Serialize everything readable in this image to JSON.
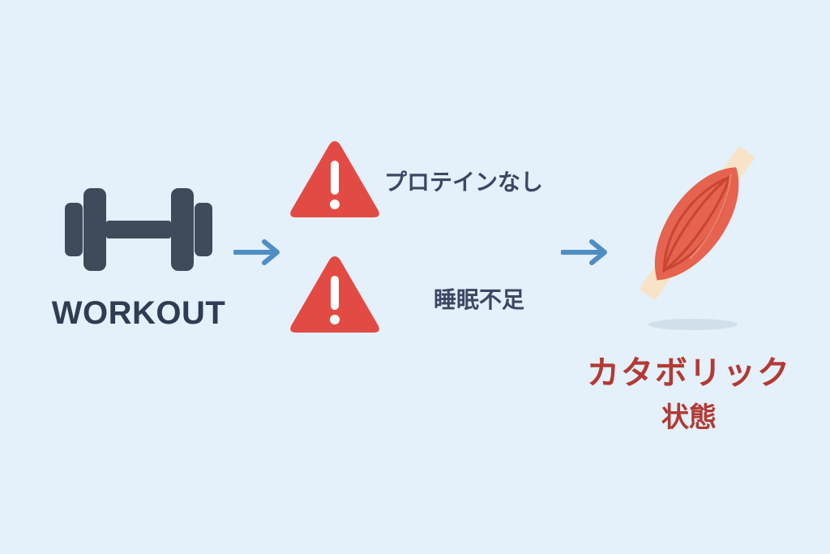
{
  "diagram": {
    "start": {
      "label": "WORKOUT",
      "icon": "dumbbell-icon",
      "color": "#3f4a5a"
    },
    "warnings": [
      {
        "text": "プロテインなし",
        "icon": "warning-triangle-icon"
      },
      {
        "text": "睡眠不足",
        "icon": "warning-triangle-icon"
      }
    ],
    "result": {
      "line1": "カタボリック",
      "line2": "状態",
      "icon": "muscle-icon",
      "color": "#b23a34"
    },
    "colors": {
      "background": "#e4f0fa",
      "arrow": "#4f8ec4",
      "warning": "#e24b43",
      "muscle": "#e5634f"
    }
  }
}
